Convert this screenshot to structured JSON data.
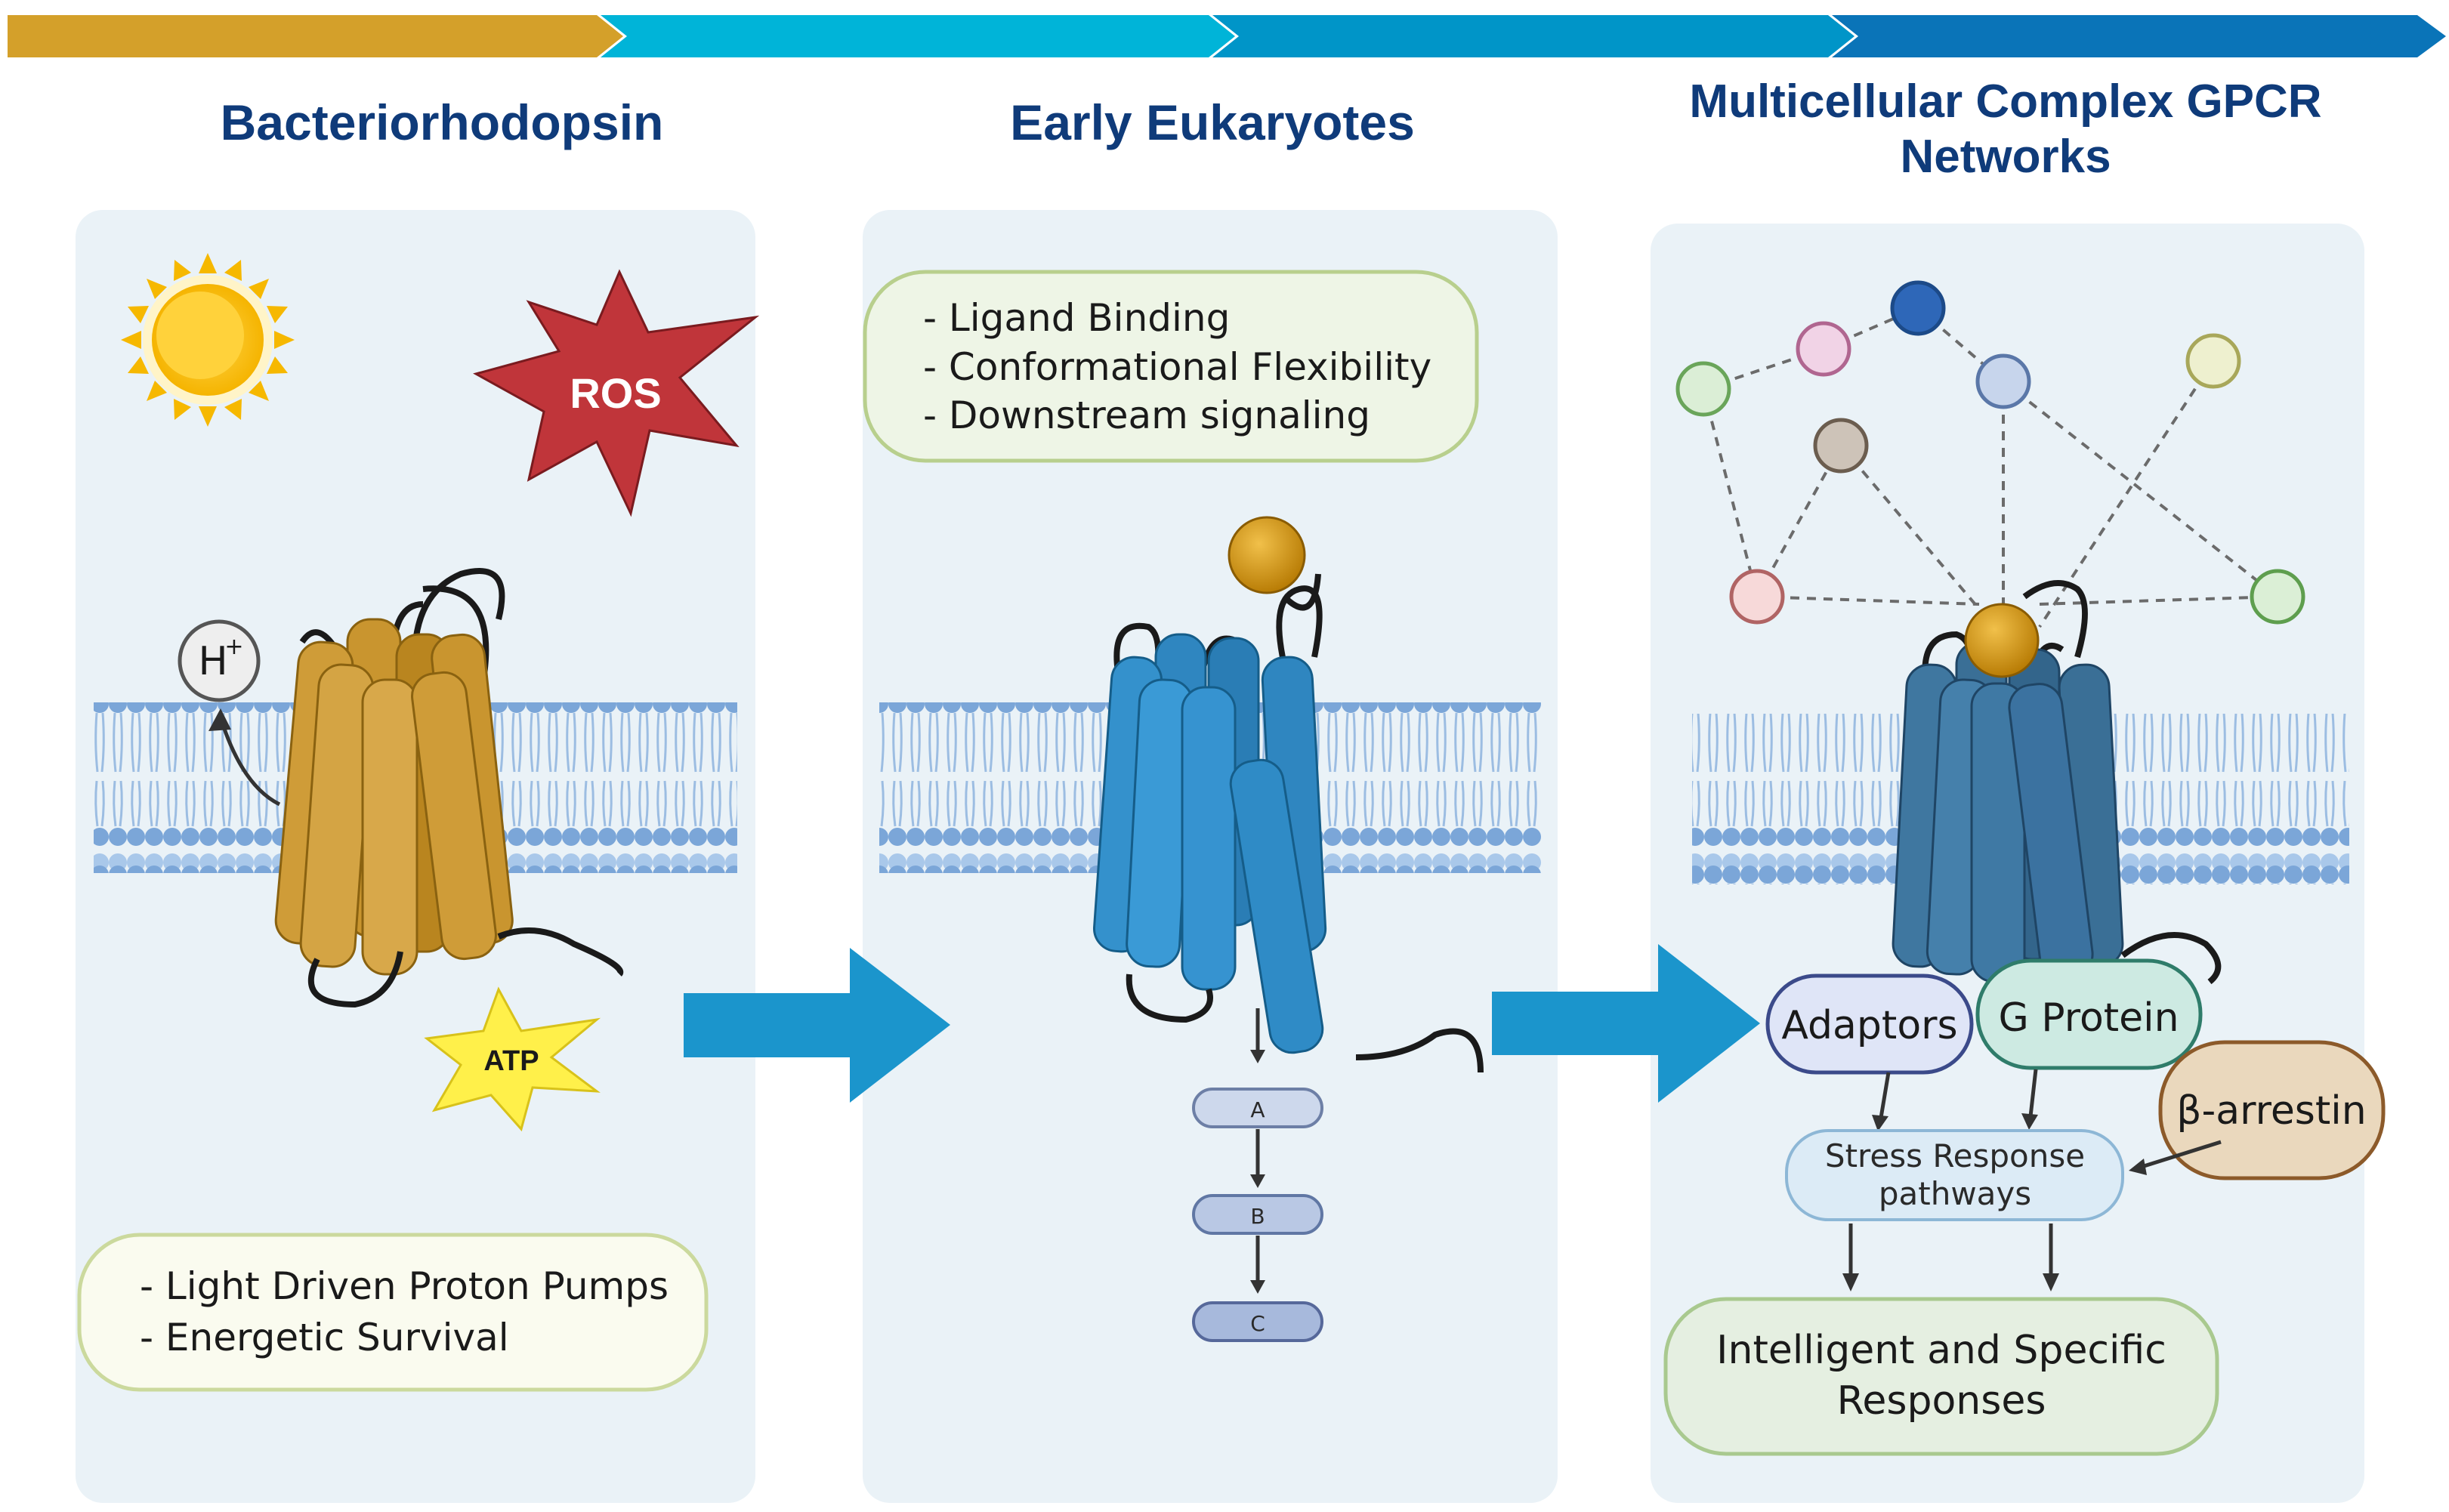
{
  "stages": [
    {
      "title": "Bacteriorhodopsin",
      "bullets": [
        "- Light Driven Proton Pumps",
        "- Energetic Survival"
      ],
      "labels": {
        "ros": "ROS",
        "proton_base": "H",
        "proton_sup": "+",
        "atp": "ATP"
      }
    },
    {
      "title": "Early Eukaryotes",
      "bullets": [
        "- Ligand Binding",
        "- Conformational Flexibility",
        "- Downstream signaling"
      ],
      "cascade": [
        "A",
        "B",
        "C"
      ]
    },
    {
      "title_line1": "Multicellular Complex GPCR",
      "title_line2": "Networks",
      "nodes": {
        "adaptors": "Adaptors",
        "g_protein": "G Protein",
        "beta_arrestin": "β-arrestin",
        "stress_line1": "Stress Response",
        "stress_line2": "pathways",
        "result_line1": "Intelligent and Specific",
        "result_line2": "Responses"
      }
    }
  ],
  "colors": {
    "arrow_gold": "#d4a02a",
    "arrow_cyan": "#00b4d8",
    "arrow_blue": "#0095c8",
    "arrow_dark": "#0a74b8",
    "panel_bg": "#eaf2f7",
    "title": "#0f3b7a",
    "receptor_gold": "#c9952f",
    "receptor_blue": "#2c8cc8",
    "receptor_steel": "#36698f",
    "ros": "#c0353a",
    "ligand": "#d49a12"
  }
}
